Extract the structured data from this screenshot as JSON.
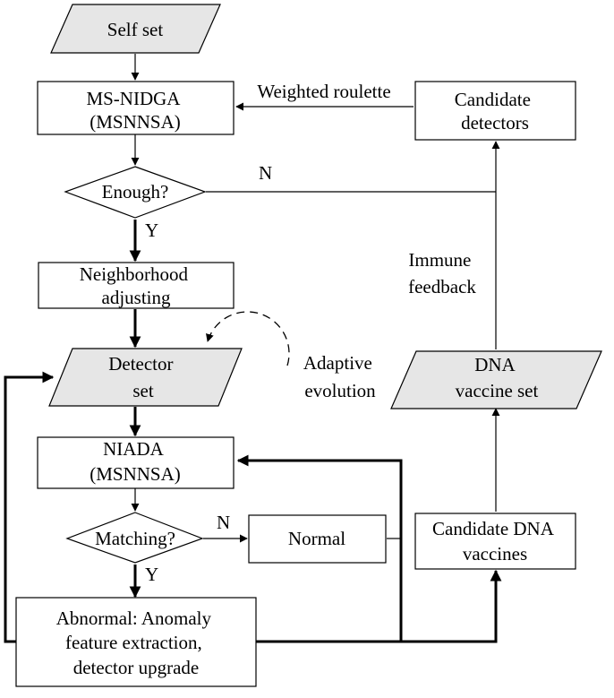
{
  "colors": {
    "stroke": "#000000",
    "box_fill": "#ffffff",
    "data_fill": "#e6e6e6"
  },
  "nodes": {
    "self_set": {
      "lines": [
        "Self set"
      ]
    },
    "ms_nidga": {
      "lines": [
        "MS-NIDGA",
        "(MSNNSA)"
      ]
    },
    "candidate_detectors": {
      "lines": [
        "Candidate",
        "detectors"
      ]
    },
    "enough": {
      "lines": [
        "Enough?"
      ]
    },
    "neighborhood": {
      "lines": [
        "Neighborhood",
        "adjusting"
      ]
    },
    "detector_set": {
      "lines": [
        "Detector",
        "set"
      ]
    },
    "niada": {
      "lines": [
        "NIADA",
        "(MSNNSA)"
      ]
    },
    "matching": {
      "lines": [
        "Matching?"
      ]
    },
    "normal": {
      "lines": [
        "Normal"
      ]
    },
    "abnormal": {
      "lines": [
        "Abnormal: Anomaly",
        "feature extraction,",
        "detector upgrade"
      ]
    },
    "candidate_dna": {
      "lines": [
        "Candidate DNA",
        "vaccines"
      ]
    },
    "dna_vaccine_set": {
      "lines": [
        "DNA",
        "vaccine set"
      ]
    }
  },
  "edge_labels": {
    "weighted_roulette": "Weighted roulette",
    "enough_no": "N",
    "enough_yes": "Y",
    "immune_feedback": [
      "Immune",
      "feedback"
    ],
    "adaptive_evolution": [
      "Adaptive",
      "evolution"
    ],
    "matching_no": "N",
    "matching_yes": "Y"
  }
}
